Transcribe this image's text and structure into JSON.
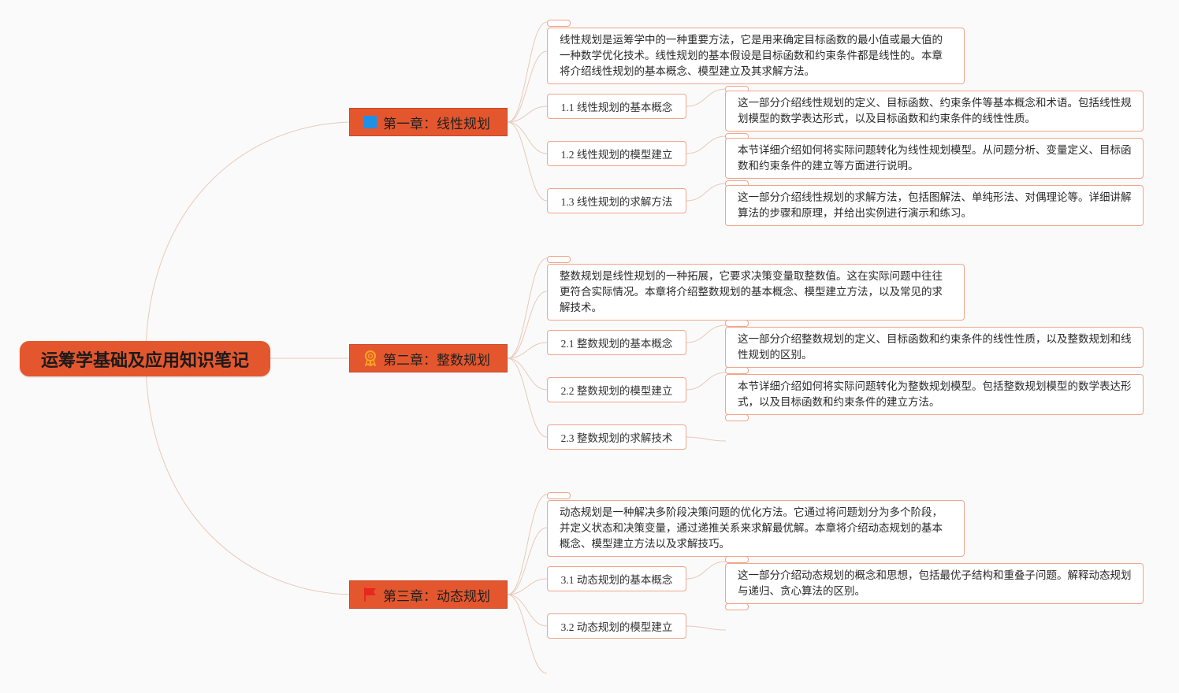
{
  "title": "运筹学基础及应用知识笔记",
  "colors": {
    "accent": "#e4572e",
    "border": "#f0a58c",
    "line": "#e8c9bb"
  },
  "chapters": [
    {
      "label": "第一章：线性规划",
      "icon": "blue-square-icon",
      "summary": "线性规划是运筹学中的一种重要方法，它是用来确定目标函数的最小值或最大值的一种数学优化技术。线性规划的基本假设是目标函数和约束条件都是线性的。本章将介绍线性规划的基本概念、模型建立及其求解方法。",
      "sections": [
        {
          "label": "1.1 线性规划的基本概念",
          "desc": "这一部分介绍线性规划的定义、目标函数、约束条件等基本概念和术语。包括线性规划模型的数学表达形式，以及目标函数和约束条件的线性性质。"
        },
        {
          "label": "1.2 线性规划的模型建立",
          "desc": "本节详细介绍如何将实际问题转化为线性规划模型。从问题分析、变量定义、目标函数和约束条件的建立等方面进行说明。"
        },
        {
          "label": "1.3 线性规划的求解方法",
          "desc": "这一部分介绍线性规划的求解方法，包括图解法、单纯形法、对偶理论等。详细讲解算法的步骤和原理，并给出实例进行演示和练习。"
        }
      ]
    },
    {
      "label": "第二章：整数规划",
      "icon": "award-ribbon-icon",
      "summary": "整数规划是线性规划的一种拓展，它要求决策变量取整数值。这在实际问题中往往更符合实际情况。本章将介绍整数规划的基本概念、模型建立方法，以及常见的求解技术。",
      "sections": [
        {
          "label": "2.1 整数规划的基本概念",
          "desc": "这一部分介绍整数规划的定义、目标函数和约束条件的线性性质，以及整数规划和线性规划的区别。"
        },
        {
          "label": "2.2 整数规划的模型建立",
          "desc": "本节详细介绍如何将实际问题转化为整数规划模型。包括整数规划模型的数学表达形式，以及目标函数和约束条件的建立方法。"
        },
        {
          "label": "2.3 整数规划的求解技术",
          "desc": ""
        }
      ]
    },
    {
      "label": "第三章：动态规划",
      "icon": "red-flag-icon",
      "summary": "动态规划是一种解决多阶段决策问题的优化方法。它通过将问题划分为多个阶段，并定义状态和决策变量，通过递推关系来求解最优解。本章将介绍动态规划的基本概念、模型建立方法以及求解技巧。",
      "sections": [
        {
          "label": "3.1 动态规划的基本概念",
          "desc": "这一部分介绍动态规划的概念和思想，包括最优子结构和重叠子问题。解释动态规划与递归、贪心算法的区别。"
        },
        {
          "label": "3.2 动态规划的模型建立",
          "desc": ""
        }
      ]
    }
  ]
}
